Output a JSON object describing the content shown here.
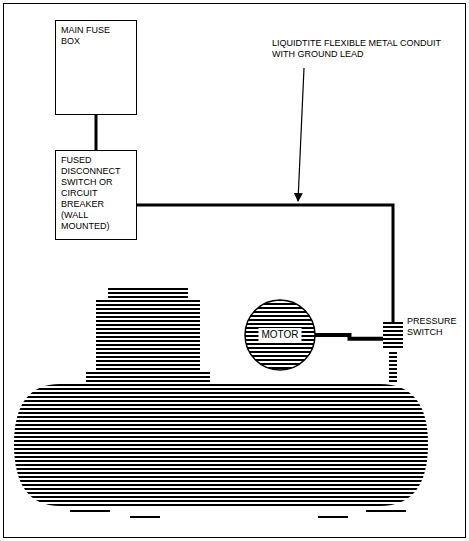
{
  "diagram": {
    "nodes": [
      {
        "text": [
          "MAIN FUSE BOX"
        ]
      },
      {
        "text": [
          "FUSED DISCONNECT SWITCH OR CIRCUIT BREAKER (WALL MOUNTED)"
        ]
      },
      {
        "text": [
          "MOTOR"
        ]
      },
      {
        "text": [
          "PRESSURE SWITCH"
        ]
      }
    ],
    "edges": [
      {
        "from": 0,
        "to": 1,
        "arrow": "none"
      },
      {
        "from": 1,
        "to": 3,
        "arrow": "none"
      },
      {
        "from": 2,
        "to": 3,
        "arrow": "none"
      }
    ],
    "labels": [
      "LIQUIDTITE FLEXIBLE METAL CONDUIT WITH GROUND LEAD"
    ]
  }
}
